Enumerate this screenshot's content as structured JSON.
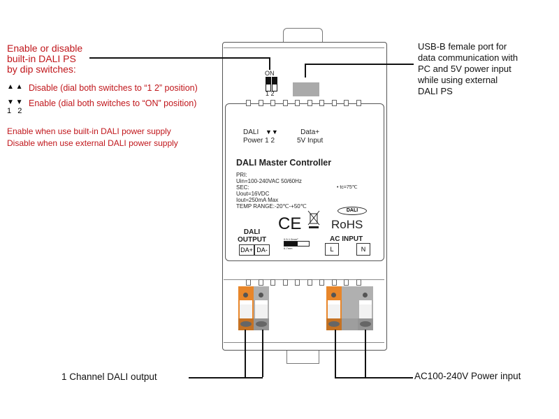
{
  "left_notes": {
    "heading": [
      "Enable or disable",
      "built-in DALI PS",
      "by dip switches:"
    ],
    "disable": "Disable (dial both switches to “1 2” position)",
    "enable": "Enable (dial both switches to “ON” position)",
    "switch_numbers": [
      "1",
      "2"
    ],
    "note1": "Enable when use built-in DALI power supply",
    "note2": "Disable when use external DALI power supply"
  },
  "right_note": [
    "USB-B female port for",
    "data communication with",
    "PC and 5V power input",
    "while using external",
    "DALI PS"
  ],
  "dip": {
    "on": "ON",
    "nums": "1 2"
  },
  "label": {
    "dali_power": [
      "DALI",
      "Power 1 2"
    ],
    "data": [
      "Data+",
      "5V Input"
    ],
    "title": "DALI Master Controller",
    "specs": [
      "PRI:",
      "Uin=100-240VAC  50/60Hz",
      "SEC:",
      "Uout=16VDC",
      "Iout=250mA Max",
      "TEMP RANGE:-20℃-+50℃"
    ],
    "tc": "• tc=75℃",
    "ce": "CE",
    "rohs": "RoHS",
    "dali_logo": "DALI",
    "wire1": "0.5-1.5mm²",
    "wire2": "6-7mm",
    "dali_output": [
      "DALI",
      "OUTPUT"
    ],
    "ac_input": "AC INPUT",
    "terminals": [
      "DA+",
      "DA-",
      "L",
      "N"
    ]
  },
  "bottom": {
    "left": "1 Channel DALI output",
    "right": "AC100-240V Power input"
  },
  "colors": {
    "red": "#c0161b",
    "orange": "#e8862a",
    "gray": "#b0b0b0"
  }
}
